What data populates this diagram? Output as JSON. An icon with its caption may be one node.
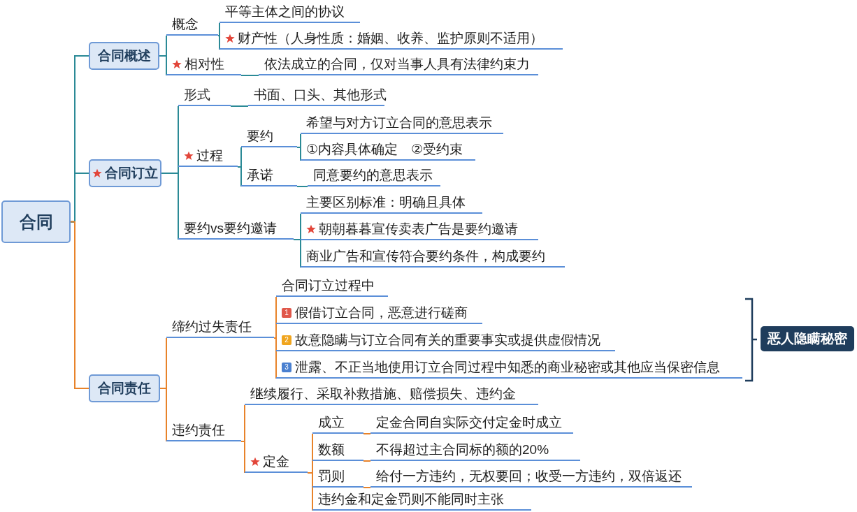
{
  "diagram": {
    "nodes": [
      {
        "text": [
          "合同"
        ]
      },
      {
        "text": [
          "合同概述"
        ]
      },
      {
        "text": [
          "概念"
        ]
      },
      {
        "text": [
          "平等主体之间的协议"
        ]
      },
      {
        "text": [
          "财产性（人身性质：婚姻、收养、监护原则不适用）"
        ]
      },
      {
        "text": [
          "相对性"
        ]
      },
      {
        "text": [
          "依法成立的合同，仅对当事人具有法律约束力"
        ]
      },
      {
        "text": [
          "合同订立"
        ]
      },
      {
        "text": [
          "形式"
        ]
      },
      {
        "text": [
          "书面、口头、其他形式"
        ]
      },
      {
        "text": [
          "过程"
        ]
      },
      {
        "text": [
          "要约"
        ]
      },
      {
        "text": [
          "希望与对方订立合同的意思表示"
        ]
      },
      {
        "text": [
          "①内容具体确定　②受约束"
        ]
      },
      {
        "text": [
          "承诺"
        ]
      },
      {
        "text": [
          "同意要约的意思表示"
        ]
      },
      {
        "text": [
          "要约vs要约邀请"
        ]
      },
      {
        "text": [
          "主要区别标准：明确且具体"
        ]
      },
      {
        "text": [
          "朝朝暮暮宣传卖表广告是要约邀请"
        ]
      },
      {
        "text": [
          "商业广告和宣传符合要约条件，构成要约"
        ]
      },
      {
        "text": [
          "合同责任"
        ]
      },
      {
        "text": [
          "缔约过失责任"
        ]
      },
      {
        "text": [
          "合同订立过程中"
        ]
      },
      {
        "text": [
          "1",
          "假借订立合同，恶意进行磋商"
        ]
      },
      {
        "text": [
          "2",
          "故意隐瞒与订立合同有关的重要事实或提供虚假情况"
        ]
      },
      {
        "text": [
          "3",
          "泄露、不正当地使用订立合同过程中知悉的商业秘密或其他应当保密信息"
        ]
      },
      {
        "text": [
          "恶人隐瞒秘密"
        ]
      },
      {
        "text": [
          "违约责任"
        ]
      },
      {
        "text": [
          "继续履行、采取补救措施、赔偿损失、违约金"
        ]
      },
      {
        "text": [
          "定金"
        ]
      },
      {
        "text": [
          "成立"
        ]
      },
      {
        "text": [
          "定金合同自实际交付定金时成立"
        ]
      },
      {
        "text": [
          "数额"
        ]
      },
      {
        "text": [
          "不得超过主合同标的额的20%"
        ]
      },
      {
        "text": [
          "罚则"
        ]
      },
      {
        "text": [
          "给付一方违约，无权要回；收受一方违约，双倍返还"
        ]
      },
      {
        "text": [
          "违约金和定金罚则不能同时主张"
        ]
      }
    ],
    "edges": [
      {
        "from": 0,
        "to": 1,
        "arrow": "none"
      },
      {
        "from": 0,
        "to": 7,
        "arrow": "none"
      },
      {
        "from": 0,
        "to": 20,
        "arrow": "none",
        "color": "#e8832a"
      },
      {
        "from": 1,
        "to": 2,
        "arrow": "none"
      },
      {
        "from": 2,
        "to": 3,
        "arrow": "none"
      },
      {
        "from": 2,
        "to": 4,
        "arrow": "none"
      },
      {
        "from": 1,
        "to": 5,
        "arrow": "none"
      },
      {
        "from": 5,
        "to": 6,
        "arrow": "none"
      },
      {
        "from": 7,
        "to": 8,
        "arrow": "none"
      },
      {
        "from": 8,
        "to": 9,
        "arrow": "none"
      },
      {
        "from": 7,
        "to": 10,
        "arrow": "none"
      },
      {
        "from": 10,
        "to": 11,
        "arrow": "none"
      },
      {
        "from": 11,
        "to": 12,
        "arrow": "none"
      },
      {
        "from": 11,
        "to": 13,
        "arrow": "none"
      },
      {
        "from": 10,
        "to": 14,
        "arrow": "none"
      },
      {
        "from": 14,
        "to": 15,
        "arrow": "none"
      },
      {
        "from": 7,
        "to": 16,
        "arrow": "none"
      },
      {
        "from": 16,
        "to": 17,
        "arrow": "none"
      },
      {
        "from": 16,
        "to": 18,
        "arrow": "none"
      },
      {
        "from": 16,
        "to": 19,
        "arrow": "none"
      },
      {
        "from": 20,
        "to": 21,
        "arrow": "none",
        "color": "#e8832a"
      },
      {
        "from": 21,
        "to": 22,
        "arrow": "none",
        "color": "#e8832a"
      },
      {
        "from": 21,
        "to": 23,
        "arrow": "none",
        "color": "#e8832a"
      },
      {
        "from": 21,
        "to": 24,
        "arrow": "none",
        "color": "#e8832a"
      },
      {
        "from": 21,
        "to": 25,
        "arrow": "none",
        "color": "#e8832a"
      },
      {
        "from": 20,
        "to": 27,
        "arrow": "none",
        "color": "#e8832a"
      },
      {
        "from": 27,
        "to": 28,
        "arrow": "none",
        "color": "#e8832a"
      },
      {
        "from": 27,
        "to": 29,
        "arrow": "none",
        "color": "#e8832a"
      },
      {
        "from": 29,
        "to": 30,
        "arrow": "none",
        "color": "#e8832a"
      },
      {
        "from": 30,
        "to": 31,
        "arrow": "none",
        "color": "#e8832a"
      },
      {
        "from": 29,
        "to": 32,
        "arrow": "none",
        "color": "#e8832a"
      },
      {
        "from": 32,
        "to": 33,
        "arrow": "none",
        "color": "#e8832a"
      },
      {
        "from": 29,
        "to": 34,
        "arrow": "none",
        "color": "#e8832a"
      },
      {
        "from": 34,
        "to": 35,
        "arrow": "none",
        "color": "#e8832a"
      },
      {
        "from": 29,
        "to": 36,
        "arrow": "none",
        "color": "#e8832a"
      }
    ]
  }
}
